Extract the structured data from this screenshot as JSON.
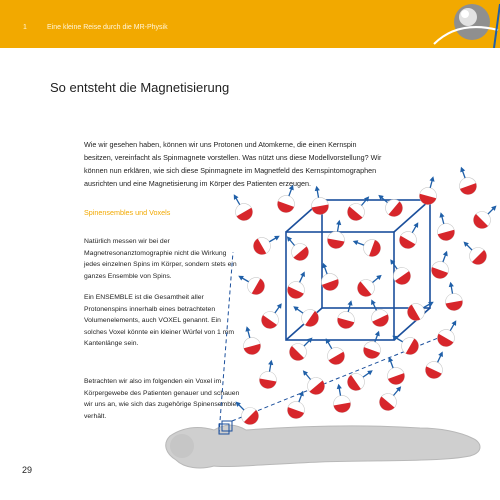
{
  "header": {
    "chapter_number": "1",
    "chapter_title": "Eine kleine Reise durch die MR-Physik"
  },
  "page": {
    "title": "So entsteht die Magnetisierung",
    "intro": "Wie wir gesehen haben, können wir uns Protonen und Atomkerne, die einen Kernspin besitzen, vereinfacht als Spinmagnete vorstellen. Was nützt uns diese Modellvorstellung? Wir können nun erklären, wie sich diese Spinmagnete im Magnetfeld des Kernspintomographen ausrichten und eine Magnetisierung im Körper des Patienten erzeugen.",
    "section_heading": "Spinensembles und Voxels",
    "paragraph1": "Natürlich messen wir bei der Magnetresonanztomographie nicht die Wirkung jedes einzelnen Spins im Körper, sondern stets ein ganzes Ensemble von Spins.",
    "paragraph2": "Ein ENSEMBLE ist die Gesamtheit aller Protonenspins innerhalb eines betrachteten Volumenelements, auch VOXEL genannt. Ein solches Voxel könnte ein kleiner Würfel von 1 mm Kantenlänge sein.",
    "paragraph3": "Betrachten wir also im folgenden ein Voxel im Körpergewebe des Patienten genauer und schauen wir uns an, wie sich das zugehörige Spinensemble verhält.",
    "page_number": "29"
  },
  "colors": {
    "accent": "#f2a900",
    "spin_red": "#d7262b",
    "arrow_blue": "#1f5fa8",
    "cube_blue": "#1b4f9c"
  }
}
